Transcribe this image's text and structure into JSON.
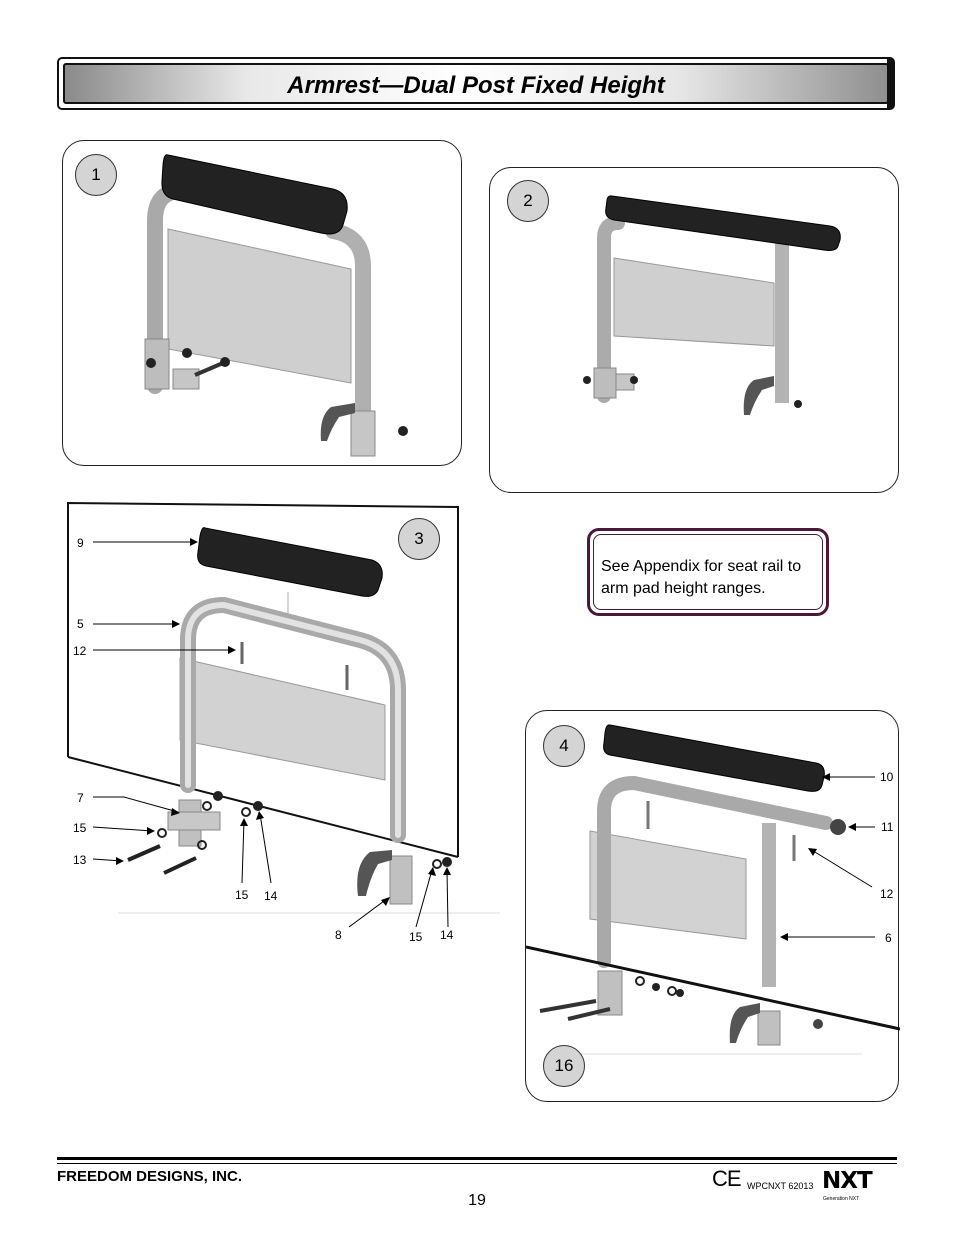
{
  "header": {
    "title": "Armrest—Dual Post Fixed Height"
  },
  "steps": {
    "s1": "1",
    "s2": "2",
    "s3": "3",
    "s4": "4",
    "s16": "16"
  },
  "callouts": {
    "c9": "9",
    "c5": "5",
    "c12a": "12",
    "c7": "7",
    "c15a": "15",
    "c13": "13",
    "c15b": "15",
    "c14a": "14",
    "c8": "8",
    "c15c": "15",
    "c14b": "14",
    "c10": "10",
    "c11": "11",
    "c12b": "12",
    "c6": "6"
  },
  "note": {
    "text": "See Appendix for seat rail to arm pad height ranges."
  },
  "footer": {
    "company": "FREEDOM DESIGNS, INC.",
    "page_number": "19",
    "ce_mark": "CE",
    "doc_id": "WPCNXT 62013",
    "brand": "NXT",
    "brand_tagline": "Generation NXT"
  }
}
